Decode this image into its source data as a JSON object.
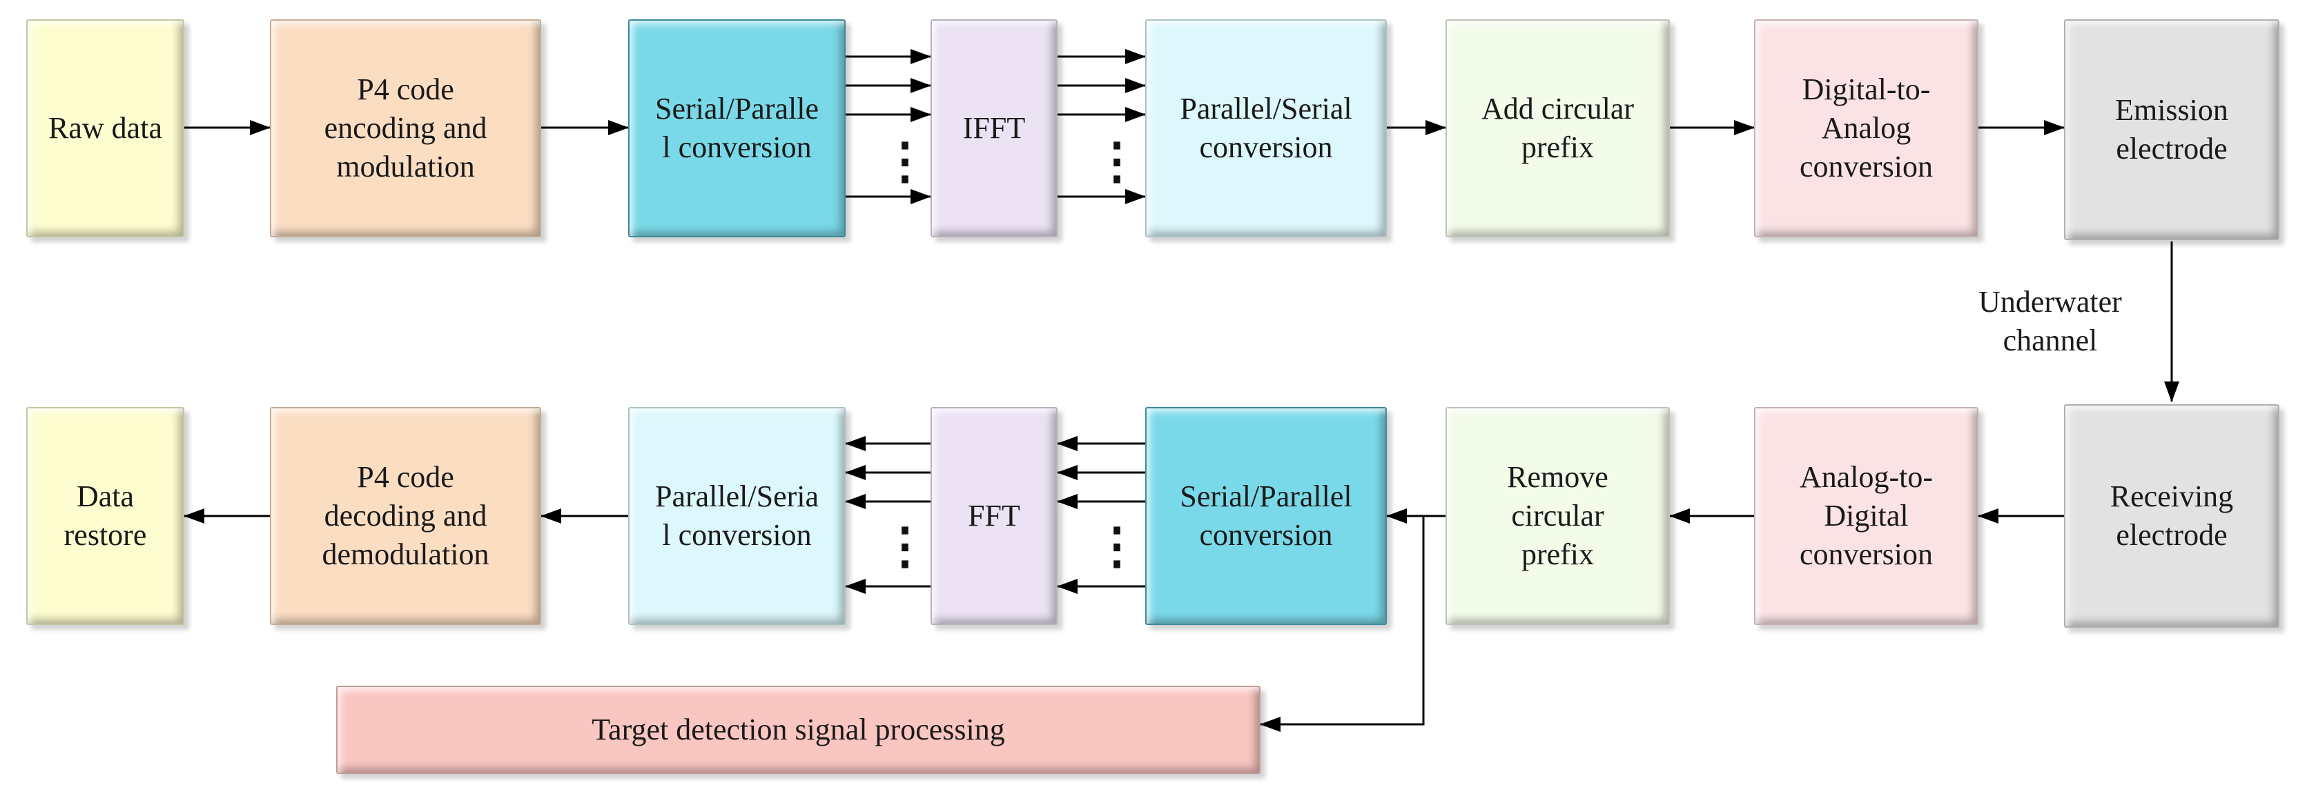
{
  "diagram": {
    "tx": {
      "raw_data": "Raw data",
      "p4_encoding": "P4 code\nencoding and\nmodulation",
      "serial_parallel": "Serial/Paralle\nl conversion",
      "ifft": "IFFT",
      "parallel_serial": "Parallel/Serial\nconversion",
      "add_prefix": "Add circular\nprefix",
      "dac": "Digital-to-\nAnalog\nconversion",
      "emission_electrode": "Emission\nelectrode"
    },
    "channel_label": "Underwater\nchannel",
    "rx": {
      "receiving_electrode": "Receiving\nelectrode",
      "adc": "Analog-to-\nDigital\nconversion",
      "remove_prefix": "Remove\ncircular\nprefix",
      "serial_parallel": "Serial/Parallel\nconversion",
      "fft": "FFT",
      "parallel_serial": "Parallel/Seria\nl conversion",
      "p4_decoding": "P4 code\ndecoding and\ndemodulation",
      "data_restore": "Data\nrestore"
    },
    "target_detection": "Target detection signal processing",
    "ellipsis": "⋮",
    "colors": {
      "raw": "#fdfdd0",
      "p4": "#fbddc2",
      "serial_parallel": "#7ad9e8",
      "fft": "#ebe2f4",
      "parallel_serial": "#dcf8fc",
      "prefix": "#f3fbe9",
      "converter": "#fbe3e5",
      "electrode": "#e2e2e2",
      "target": "#fac6c2"
    }
  }
}
